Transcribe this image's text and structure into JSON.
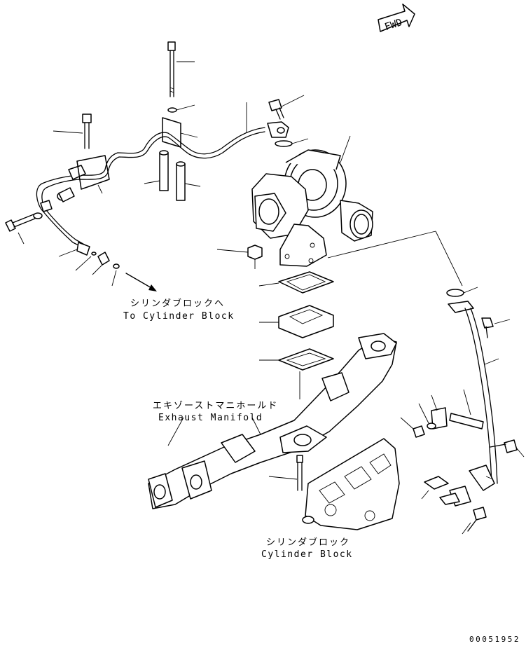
{
  "fwd_label": "FWD",
  "labels": {
    "to_cylinder_jp": "シリンダブロックへ",
    "to_cylinder_en": "To Cylinder Block",
    "manifold_jp": "エキゾーストマニホールド",
    "manifold_en": "Exhaust Manifold",
    "cylinder_jp": "シリンダブロック",
    "cylinder_en": "Cylinder Block"
  },
  "drawing_code": "00051952"
}
